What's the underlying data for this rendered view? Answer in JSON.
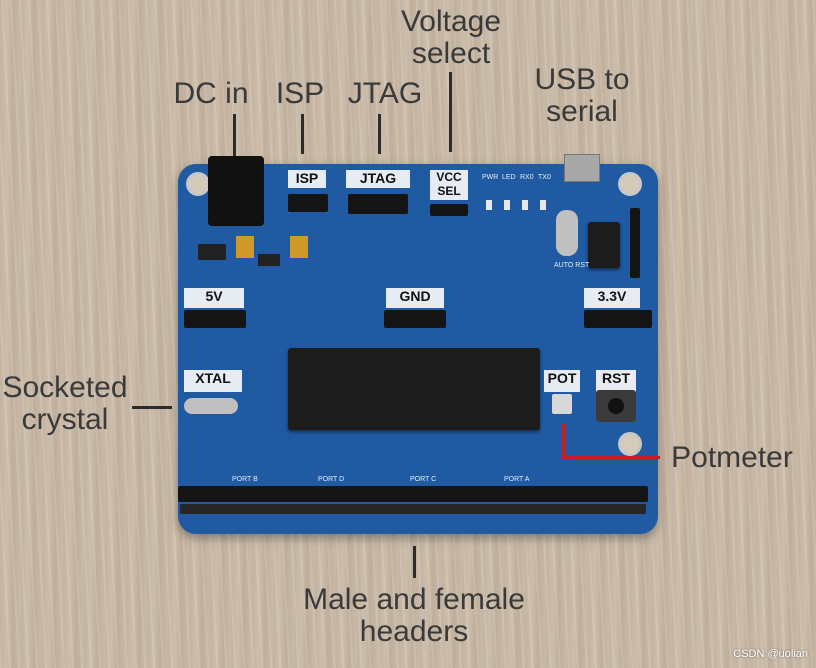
{
  "callouts": {
    "voltage_select": "Voltage\nselect",
    "dc_in": "DC in",
    "isp": "ISP",
    "jtag": "JTAG",
    "usb_to_serial": "USB to\nserial",
    "socketed_crystal": "Socketed\ncrystal",
    "potmeter": "Potmeter",
    "male_female_headers": "Male and female\nheaders"
  },
  "board_labels": {
    "isp": "ISP",
    "jtag": "JTAG",
    "vcc_sel": "VCC\nSEL",
    "five_v": "5V",
    "gnd": "GND",
    "three_v": "3.3V",
    "xtal": "XTAL",
    "pot": "POT",
    "rst": "RST",
    "auto_rst": "AUTO RST",
    "pwr": "PWR",
    "led": "LED",
    "rx0": "RX0",
    "tx0": "TX0",
    "port_b": "PORT B",
    "port_d": "PORT D",
    "port_c": "PORT C",
    "port_a": "PORT A"
  },
  "watermark": "CSDN @uolian",
  "colors": {
    "board": "#1f5aa3",
    "label_bg": "#e6ecf2",
    "potmeter_line": "#c02020"
  }
}
